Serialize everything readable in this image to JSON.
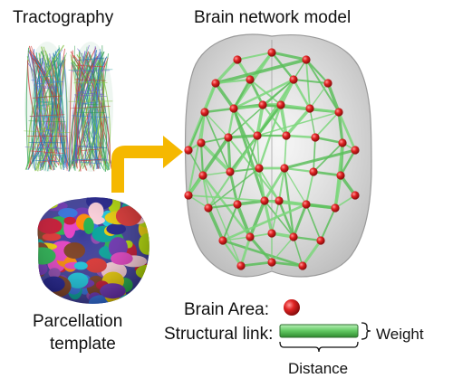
{
  "labels": {
    "tractography": "Tractography",
    "brain_network_model": "Brain network model",
    "parcellation_line1": "Parcellation",
    "parcellation_line2": "template",
    "brain_area": "Brain Area:",
    "structural_link": "Structural link:",
    "weight": "Weight",
    "distance": "Distance"
  },
  "colors": {
    "node": "#d91f1f",
    "link": "#7cd77c",
    "link_dark": "#3f9b3f",
    "arrow": "#f5b800",
    "brain_shell": "#b8b8b8"
  },
  "icons": {
    "arrow": "bent-arrow-icon",
    "node": "red-sphere-icon",
    "link": "green-bar-icon"
  }
}
